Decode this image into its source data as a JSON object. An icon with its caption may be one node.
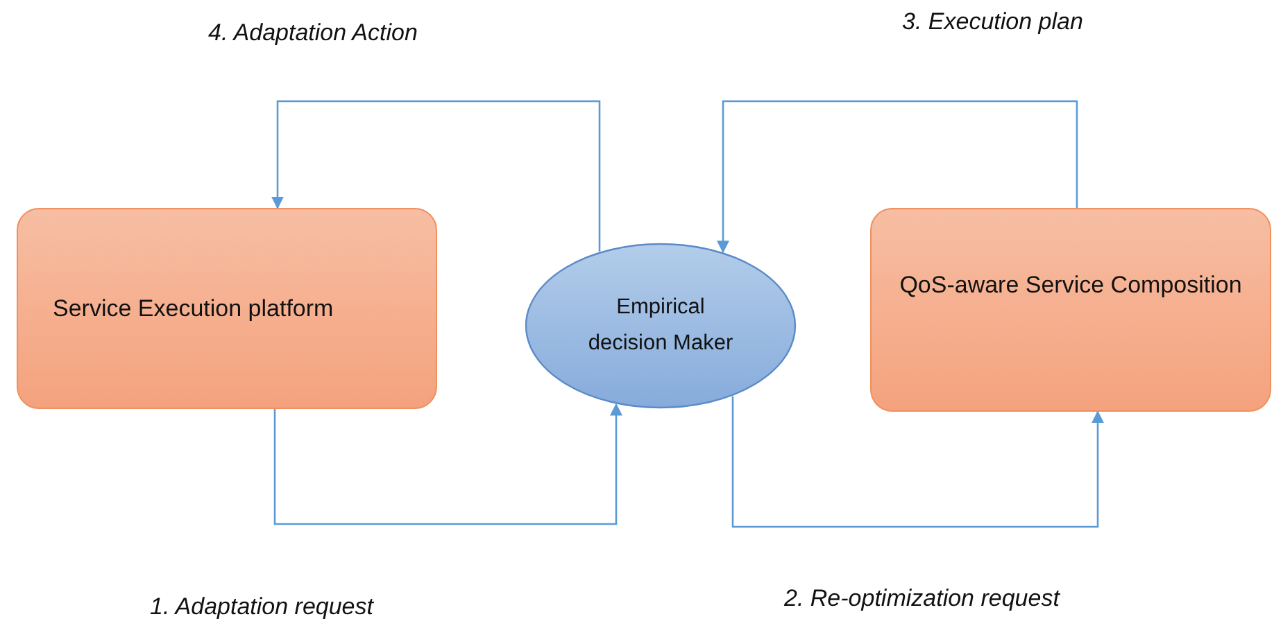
{
  "diagram": {
    "nodes": [
      {
        "text": [
          "Service Execution platform"
        ]
      },
      {
        "text": [
          "Empirical decision Maker"
        ]
      },
      {
        "text": [
          "QoS-aware Service Composition"
        ]
      }
    ],
    "edges": [
      {
        "from": 0,
        "to": 1,
        "arrow": "to"
      },
      {
        "from": 1,
        "to": 2,
        "arrow": "to"
      },
      {
        "from": 2,
        "to": 1,
        "arrow": "to"
      },
      {
        "from": 1,
        "to": 0,
        "arrow": "to"
      }
    ],
    "labels": [
      "4. Adaptation Action",
      "3. Execution plan",
      "1. Adaptation request",
      "2. Re-optimization request"
    ]
  }
}
